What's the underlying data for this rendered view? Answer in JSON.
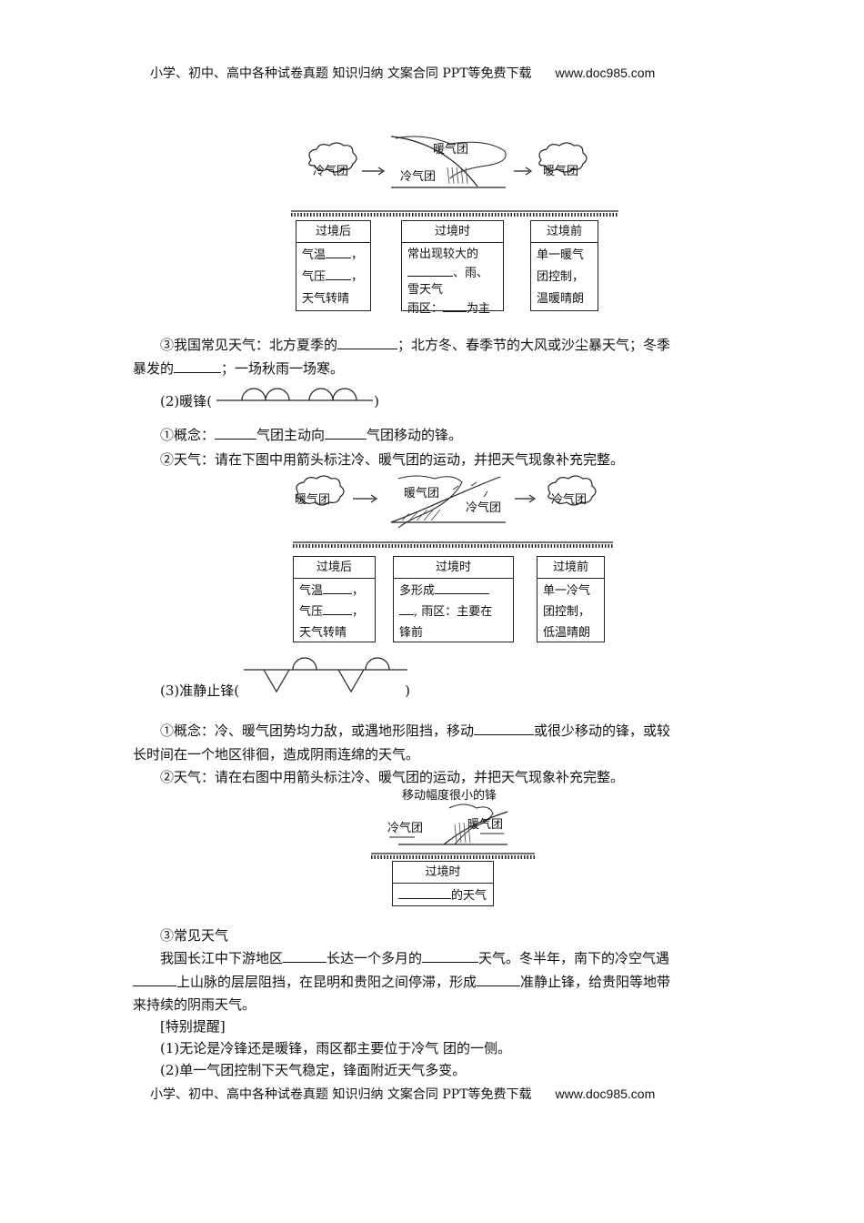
{
  "header": {
    "left": "小学、初中、高中各种试卷真题  知识归纳  文案合同  PPT等免费下载",
    "site": "www.doc985.com"
  },
  "footer": {
    "left": "小学、初中、高中各种试卷真题  知识归纳  文案合同  PPT等免费下载",
    "site": "www.doc985.com"
  },
  "cold_front": {
    "cold": "冷气团",
    "warm": "暖气团",
    "boxes": [
      {
        "title": "过境后",
        "lines": [
          "气温",
          "，",
          "气压",
          "，",
          "天气转晴"
        ]
      },
      {
        "title": "过境时",
        "lines": [
          "常出现较大的",
          "、雨、",
          "雪天气",
          "雨区：",
          "为主"
        ]
      },
      {
        "title": "过境前",
        "lines": [
          "单一暖气",
          "团控制，",
          "温暖晴朗"
        ]
      }
    ]
  },
  "p_weather_cold": {
    "a": "③我国常见天气：北方夏季的",
    "b": "；北方冬、春季节的大风或沙尘暴天气；冬季",
    "c": "暴发的",
    "d": "；一场秋雨一场寒。"
  },
  "warm_title": {
    "a": "(2)暖锋(",
    "b": ")"
  },
  "warm_concept": {
    "a": "①概念：",
    "b": "气团主动向",
    "c": "气团移动的锋。"
  },
  "warm_weather": "②天气：请在下图中用箭头标注冷、暖气团的运动，并把天气现象补充完整。",
  "warm_front": {
    "warm": "暖气团",
    "cold": "冷气团",
    "boxes": [
      {
        "title": "过境后",
        "lines": [
          "气温",
          "，",
          "气压",
          "，",
          "天气转晴"
        ]
      },
      {
        "title": "过境时",
        "lines": [
          "多形成",
          ", 雨区：主要在",
          "锋前"
        ]
      },
      {
        "title": "过境前",
        "lines": [
          "单一冷气",
          "团控制，",
          "低温晴朗"
        ]
      }
    ]
  },
  "stationary_title": {
    "a": "(3)准静止锋(",
    "b": ")"
  },
  "stationary_concept": {
    "a": "①概念：冷、暖气团势均力敌，或遇地形阻挡，移动",
    "b": "或很少移动的锋，或较",
    "c": "长时间在一个地区徘徊，造成阴雨连绵的天气。"
  },
  "stationary_weather": "②天气：请在右图中用箭头标注冷、暖气团的运动，并把天气现象补充完整。",
  "stationary_front": {
    "caption": "移动幅度很小的锋",
    "cold": "冷气团",
    "warm": "暖气团",
    "box_title": "过境时",
    "box_tail": "的天气"
  },
  "common": {
    "title": "③常见天气",
    "l1a": "我国长江中下游地区",
    "l1b": "长达一个多月的",
    "l1c": "天气。冬半年，南下的冷空气遇",
    "l2a": "上山脉的层层阻挡，在昆明和贵阳之间停滞，形成",
    "l2b": "准静止锋，给贵阳等地带",
    "l3": "来持续的阴雨天气。"
  },
  "tips": {
    "title": "[特别提醒]",
    "t1": "(1)无论是冷锋还是暖锋，雨区都主要位于冷气 团的一侧。",
    "t2": "(2)单一气团控制下天气稳定，锋面附近天气多变。"
  }
}
